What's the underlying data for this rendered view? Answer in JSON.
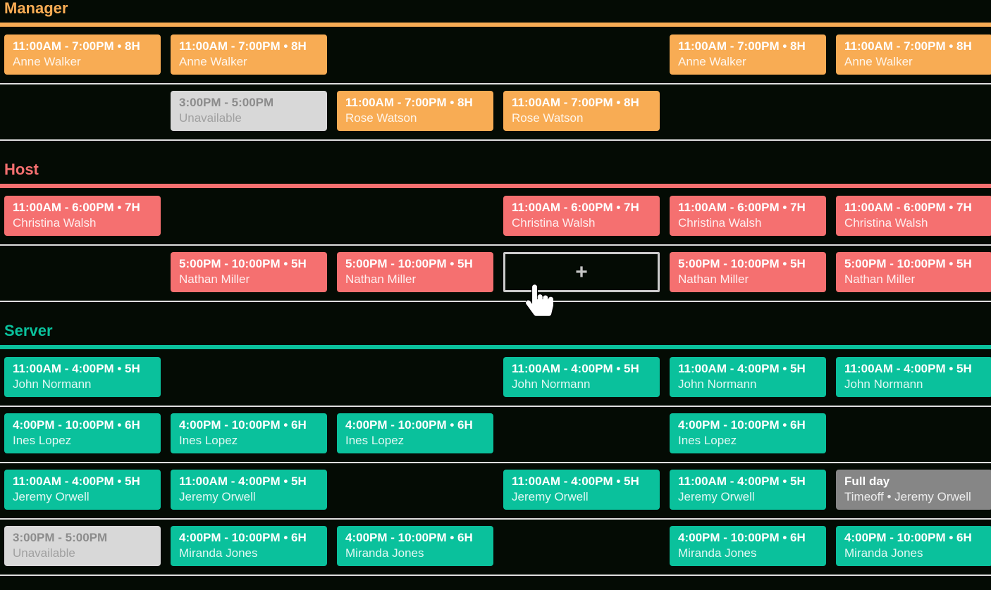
{
  "board": {
    "background": "#040b04",
    "separator_color": "#dfdfdf",
    "columns": 6,
    "add_icon": "+",
    "cursor_icon": "hand-pointer-cursor"
  },
  "cell_colors": {
    "unavailable_bg": "#d8d8d8",
    "timeoff_bg": "#868686"
  },
  "sections": [
    {
      "name": "Manager",
      "color": "#f8ac54",
      "rows": [
        {
          "cells": [
            {
              "col": 0,
              "type": "shift",
              "line1": "11:00AM - 7:00PM • 8H",
              "line2": "Anne Walker"
            },
            {
              "col": 1,
              "type": "shift",
              "line1": "11:00AM - 7:00PM • 8H",
              "line2": "Anne Walker"
            },
            {
              "col": 4,
              "type": "shift",
              "line1": "11:00AM - 7:00PM • 8H",
              "line2": "Anne Walker"
            },
            {
              "col": 5,
              "type": "shift",
              "line1": "11:00AM - 7:00PM • 8H",
              "line2": "Anne Walker"
            }
          ]
        },
        {
          "cells": [
            {
              "col": 1,
              "type": "unavailable",
              "line1": "3:00PM - 5:00PM",
              "line2": "Unavailable"
            },
            {
              "col": 2,
              "type": "shift",
              "line1": "11:00AM - 7:00PM • 8H",
              "line2": "Rose Watson"
            },
            {
              "col": 3,
              "type": "shift",
              "line1": "11:00AM - 7:00PM • 8H",
              "line2": "Rose Watson"
            }
          ]
        }
      ]
    },
    {
      "name": "Host",
      "color": "#f57070",
      "rows": [
        {
          "cells": [
            {
              "col": 0,
              "type": "shift",
              "line1": "11:00AM - 6:00PM • 7H",
              "line2": "Christina Walsh"
            },
            {
              "col": 3,
              "type": "shift",
              "line1": "11:00AM - 6:00PM • 7H",
              "line2": "Christina Walsh"
            },
            {
              "col": 4,
              "type": "shift",
              "line1": "11:00AM - 6:00PM • 7H",
              "line2": "Christina Walsh"
            },
            {
              "col": 5,
              "type": "shift",
              "line1": "11:00AM - 6:00PM • 7H",
              "line2": "Christina Walsh"
            }
          ]
        },
        {
          "cells": [
            {
              "col": 1,
              "type": "shift",
              "line1": "5:00PM - 10:00PM • 5H",
              "line2": "Nathan Miller"
            },
            {
              "col": 2,
              "type": "shift",
              "line1": "5:00PM - 10:00PM • 5H",
              "line2": "Nathan Miller"
            },
            {
              "col": 3,
              "type": "add"
            },
            {
              "col": 4,
              "type": "shift",
              "line1": "5:00PM - 10:00PM • 5H",
              "line2": "Nathan Miller"
            },
            {
              "col": 5,
              "type": "shift",
              "line1": "5:00PM - 10:00PM • 5H",
              "line2": "Nathan Miller"
            }
          ]
        }
      ]
    },
    {
      "name": "Server",
      "color": "#0ac19c",
      "rows": [
        {
          "cells": [
            {
              "col": 0,
              "type": "shift",
              "line1": "11:00AM - 4:00PM • 5H",
              "line2": "John Normann"
            },
            {
              "col": 3,
              "type": "shift",
              "line1": "11:00AM - 4:00PM • 5H",
              "line2": "John Normann"
            },
            {
              "col": 4,
              "type": "shift",
              "line1": "11:00AM - 4:00PM • 5H",
              "line2": "John Normann"
            },
            {
              "col": 5,
              "type": "shift",
              "line1": "11:00AM - 4:00PM • 5H",
              "line2": "John Normann"
            }
          ]
        },
        {
          "cells": [
            {
              "col": 0,
              "type": "shift",
              "line1": "4:00PM - 10:00PM • 6H",
              "line2": "Ines Lopez"
            },
            {
              "col": 1,
              "type": "shift",
              "line1": "4:00PM - 10:00PM • 6H",
              "line2": "Ines Lopez"
            },
            {
              "col": 2,
              "type": "shift",
              "line1": "4:00PM - 10:00PM • 6H",
              "line2": "Ines Lopez"
            },
            {
              "col": 4,
              "type": "shift",
              "line1": "4:00PM - 10:00PM • 6H",
              "line2": "Ines Lopez"
            }
          ]
        },
        {
          "cells": [
            {
              "col": 0,
              "type": "shift",
              "line1": "11:00AM - 4:00PM • 5H",
              "line2": "Jeremy Orwell"
            },
            {
              "col": 1,
              "type": "shift",
              "line1": "11:00AM - 4:00PM • 5H",
              "line2": "Jeremy Orwell"
            },
            {
              "col": 3,
              "type": "shift",
              "line1": "11:00AM - 4:00PM • 5H",
              "line2": "Jeremy Orwell"
            },
            {
              "col": 4,
              "type": "shift",
              "line1": "11:00AM - 4:00PM • 5H",
              "line2": "Jeremy Orwell"
            },
            {
              "col": 5,
              "type": "timeoff",
              "line1": "Full day",
              "line2": "Timeoff • Jeremy Orwell"
            }
          ]
        },
        {
          "cells": [
            {
              "col": 0,
              "type": "unavailable",
              "line1": "3:00PM - 5:00PM",
              "line2": "Unavailable"
            },
            {
              "col": 1,
              "type": "shift",
              "line1": "4:00PM - 10:00PM • 6H",
              "line2": "Miranda Jones"
            },
            {
              "col": 2,
              "type": "shift",
              "line1": "4:00PM - 10:00PM • 6H",
              "line2": "Miranda Jones"
            },
            {
              "col": 4,
              "type": "shift",
              "line1": "4:00PM - 10:00PM • 6H",
              "line2": "Miranda Jones"
            },
            {
              "col": 5,
              "type": "shift",
              "line1": "4:00PM - 10:00PM • 6H",
              "line2": "Miranda Jones"
            }
          ]
        }
      ]
    }
  ]
}
